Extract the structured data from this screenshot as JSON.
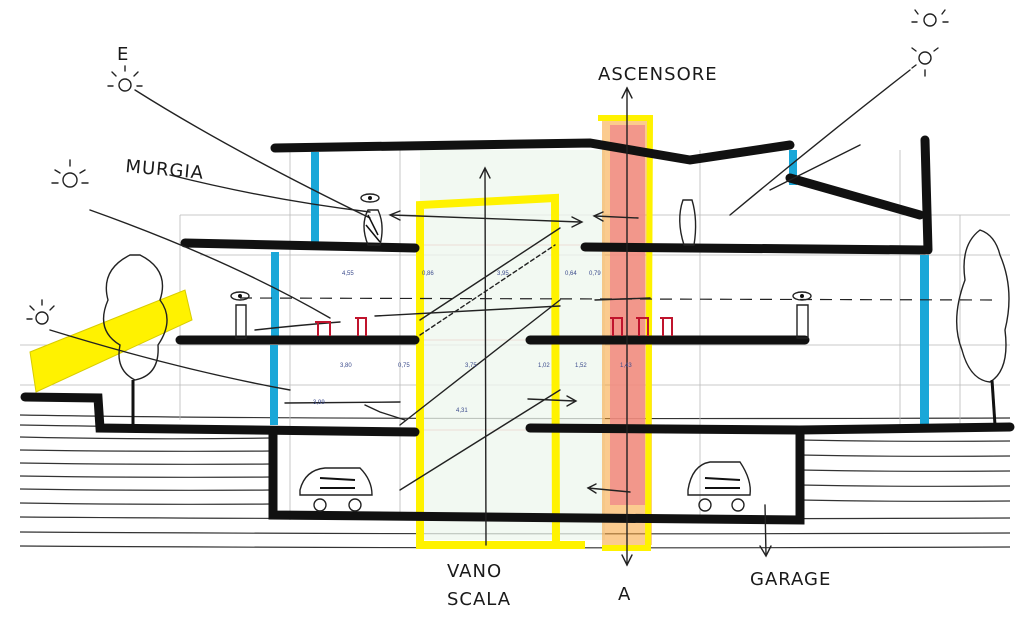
{
  "colors": {
    "slab": "#111111",
    "yellow": "#fff200",
    "blue": "#1aa7d8",
    "red": "#f08a8a",
    "orange": "#f7a033",
    "mint": "#d9f2e6"
  },
  "labels": {
    "east": "E",
    "murgia": "MURGIA",
    "ascensore": "ASCENSORE",
    "vano_scala_1": "VANO",
    "vano_scala_2": "SCALA",
    "section_a": "A",
    "garage": "GARAGE"
  },
  "dimensions": {
    "upper": [
      "4,55",
      "0,86",
      "3,95",
      "0,64",
      "0,79"
    ],
    "middle": [
      "3,80",
      "0,75",
      "3,75",
      "1,02",
      "1,52",
      "1,43"
    ],
    "lower_left": "3,99",
    "lower_mid": "4,31"
  },
  "icons": [
    "sun-icon",
    "eye-icon",
    "person-icon",
    "tree-icon",
    "car-icon",
    "chair-icon"
  ]
}
